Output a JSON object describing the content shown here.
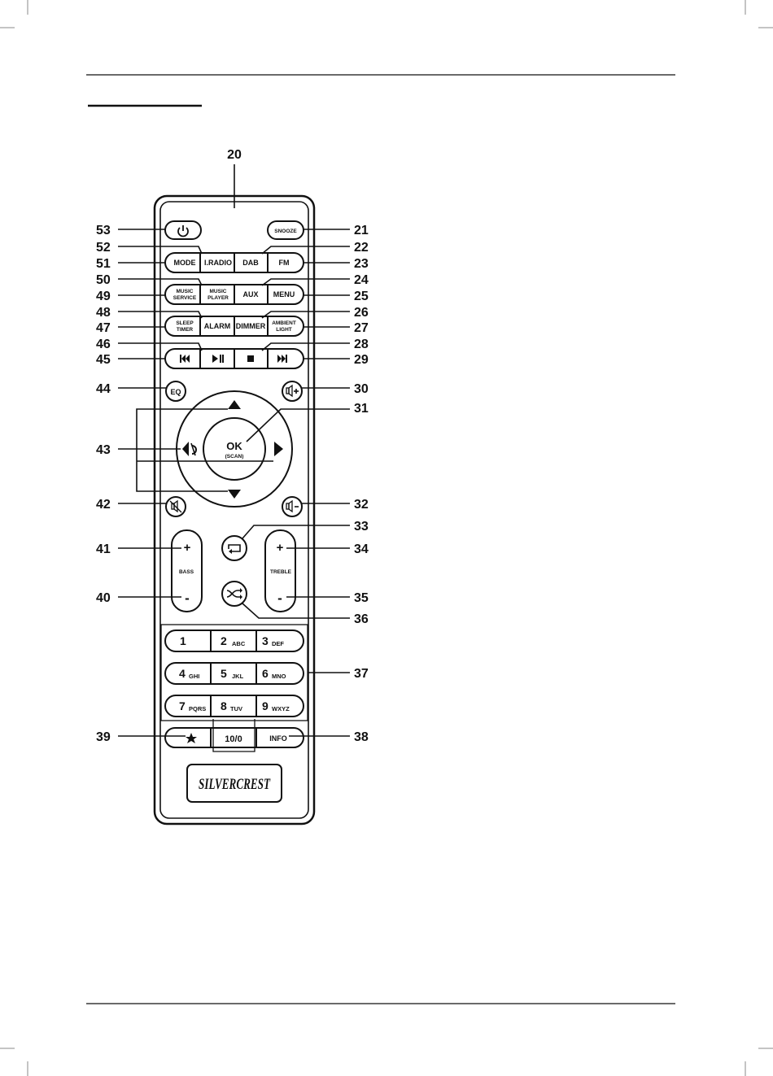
{
  "remote": {
    "brand": "SILVERCREST",
    "buttons": {
      "snooze": "SNOOZE",
      "mode": "MODE",
      "iradio": "I.RADIO",
      "dab": "DAB",
      "fm": "FM",
      "music_service_1": "MUSIC",
      "music_service_2": "SERVICE",
      "music_player_1": "MUSIC",
      "music_player_2": "PLAYER",
      "aux": "AUX",
      "menu": "MENU",
      "sleep_timer_1": "SLEEP",
      "sleep_timer_2": "TIMER",
      "alarm": "ALARM",
      "dimmer": "DIMMER",
      "ambient_light_1": "AMBIENT",
      "ambient_light_2": "LIGHT",
      "eq": "EQ",
      "ok": "OK",
      "ok_sub": "(SCAN)",
      "bass": "BASS",
      "treble": "TREBLE",
      "plus": "+",
      "minus": "-",
      "ten_zero": "10/0",
      "info": "INFO"
    },
    "keypad": [
      {
        "digit": "1",
        "letters": ""
      },
      {
        "digit": "2",
        "letters": "ABC"
      },
      {
        "digit": "3",
        "letters": "DEF"
      },
      {
        "digit": "4",
        "letters": "GHI"
      },
      {
        "digit": "5",
        "letters": "JKL"
      },
      {
        "digit": "6",
        "letters": "MNO"
      },
      {
        "digit": "7",
        "letters": "PQRS"
      },
      {
        "digit": "8",
        "letters": "TUV"
      },
      {
        "digit": "9",
        "letters": "WXYZ"
      }
    ]
  },
  "callouts": {
    "c20": "20",
    "c21": "21",
    "c22": "22",
    "c23": "23",
    "c24": "24",
    "c25": "25",
    "c26": "26",
    "c27": "27",
    "c28": "28",
    "c29": "29",
    "c30": "30",
    "c31": "31",
    "c32": "32",
    "c33": "33",
    "c34": "34",
    "c35": "35",
    "c36": "36",
    "c37": "37",
    "c38": "38",
    "c39": "39",
    "c40": "40",
    "c41": "41",
    "c42": "42",
    "c43": "43",
    "c44": "44",
    "c45": "45",
    "c46": "46",
    "c47": "47",
    "c48": "48",
    "c49": "49",
    "c50": "50",
    "c51": "51",
    "c52": "52",
    "c53": "53"
  },
  "icons": {
    "power": "power-icon",
    "prev": "skip-previous-icon",
    "playpause": "play-pause-icon",
    "stop": "stop-icon",
    "next": "skip-next-icon",
    "vol_up": "volume-up-icon",
    "vol_down": "volume-down-icon",
    "mute": "mute-icon",
    "repeat": "repeat-icon",
    "shuffle": "shuffle-icon",
    "favorite": "star-icon",
    "back": "back-icon"
  }
}
